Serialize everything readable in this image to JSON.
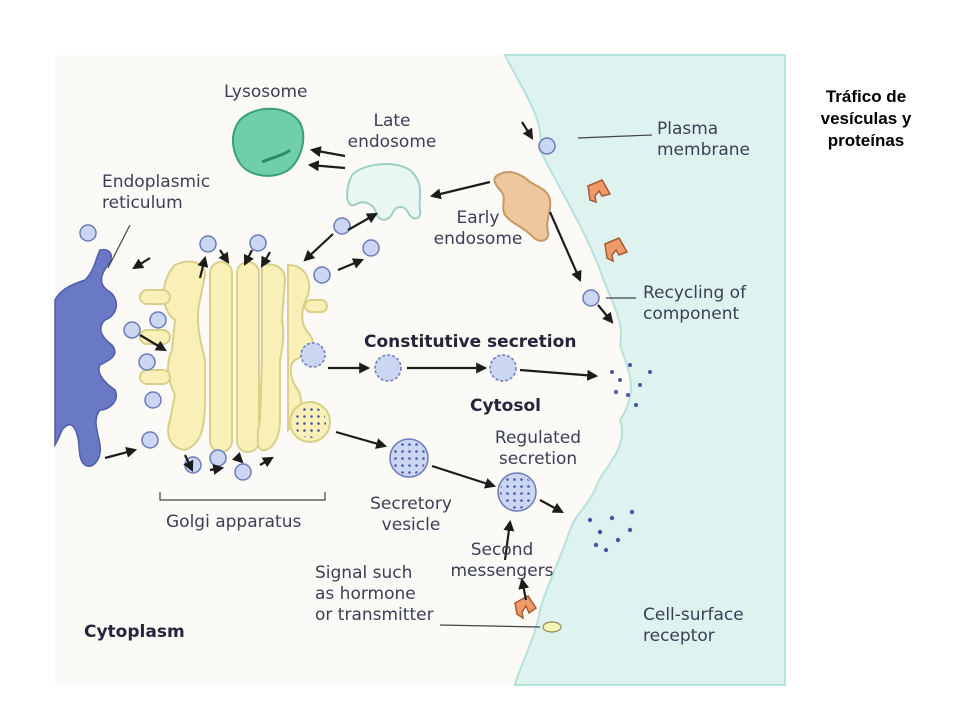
{
  "title": "Tráfico de vesículas y proteínas",
  "labels": {
    "lysosome": "Lysosome",
    "late_endosome_1": "Late",
    "late_endosome_2": "endosome",
    "er_1": "Endoplasmic",
    "er_2": "reticulum",
    "plasma_1": "Plasma",
    "plasma_2": "membrane",
    "early_1": "Early",
    "early_2": "endosome",
    "recycling_1": "Recycling of",
    "recycling_2": "component",
    "constitutive": "Constitutive secretion",
    "cytosol": "Cytosol",
    "regulated_1": "Regulated",
    "regulated_2": "secretion",
    "secretory_1": "Secretory",
    "secretory_2": "vesicle",
    "golgi": "Golgi apparatus",
    "second_1": "Second",
    "second_2": "messengers",
    "signal_1": "Signal such",
    "signal_2": "as hormone",
    "signal_3": "or transmitter",
    "cytoplasm": "Cytoplasm",
    "receptor_1": "Cell-surface",
    "receptor_2": "receptor"
  },
  "colors": {
    "panel": "#fbfaf6",
    "extracellular": "#def3f0",
    "er": "#6a79c6",
    "golgi": "#f8f0b6",
    "golgi_outline": "#d9cf89",
    "vesicle": "#cbd7f2",
    "vesicle_outline": "#6c7ab9",
    "lysosome": "#6fcfaa",
    "late_endosome": "#e9f7f3",
    "early_endosome": "#eec79c",
    "receptor": "#ee9a6b",
    "arrow": "#1c1c1c"
  }
}
